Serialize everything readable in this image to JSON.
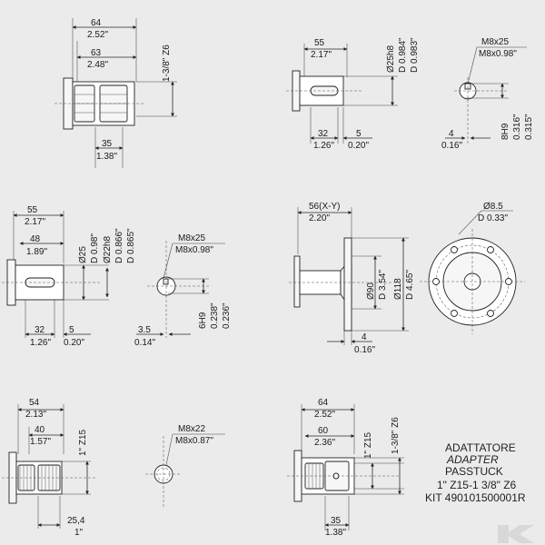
{
  "d1": {
    "len_mm": "64",
    "len_in": "2.52\"",
    "inner_mm": "63",
    "inner_in": "2.48\"",
    "spline": "1-3/8\" Z6",
    "base_mm": "35",
    "base_in": "1.38\""
  },
  "d2": {
    "len_mm": "55",
    "len_in": "2.17\"",
    "dia_mm": "Ø25h8",
    "dia_in1": "D 0.984\"",
    "dia_in2": "D 0.983\"",
    "a_mm": "32",
    "a_in": "1.26\"",
    "b_mm": "5",
    "b_in": "0.20\""
  },
  "d3": {
    "thread": "M8x25",
    "thread_in": "M8x0.98\"",
    "key_mm": "8H9",
    "key_in1": "0.316\"",
    "key_in2": "0.315\"",
    "off_mm": "4",
    "off_in": "0.16\""
  },
  "d4": {
    "len_mm": "55",
    "len_in": "2.17\"",
    "inner_mm": "48",
    "inner_in": "1.89\"",
    "dia_mm": "Ø25",
    "dia_in": "D 0.98\"",
    "dia2_mm": "Ø22h8",
    "dia2_in1": "D 0.866\"",
    "dia2_in2": "D 0.865\"",
    "a_mm": "32",
    "a_in": "1.26\"",
    "b_mm": "5",
    "b_in": "0.20\""
  },
  "d5": {
    "thread": "M8x25",
    "thread_in": "M8x0.98\"",
    "key_mm": "6H9",
    "key_in1": "0.238\"",
    "key_in2": "0.236\"",
    "off_mm": "3.5",
    "off_in": "0.14\""
  },
  "d6": {
    "len_mm": "56(X-Y)",
    "len_in": "2.20\"",
    "dia1_mm": "Ø90",
    "dia1_in": "D 3.54\"",
    "dia2_mm": "Ø118",
    "dia2_in": "D 4.65\"",
    "off_mm": "4",
    "off_in": "0.16\""
  },
  "d7": {
    "hole_mm": "Ø8.5",
    "hole_in": "D 0.33\""
  },
  "d8": {
    "len_mm": "54",
    "len_in": "2.13\"",
    "inner_mm": "40",
    "inner_in": "1.57\"",
    "spline": "1\" Z15",
    "base_mm": "25,4",
    "base_in": "1\""
  },
  "d9": {
    "thread": "M8x22",
    "thread_in": "M8x0.87\""
  },
  "d10": {
    "len_mm": "64",
    "len_in": "2.52\"",
    "inner_mm": "60",
    "inner_in": "2.36\"",
    "spline1": "1\" Z15",
    "spline2": "1-3/8\" Z6",
    "base_mm": "35",
    "base_in": "1.38\""
  },
  "title": {
    "line1": "ADATTATORE",
    "line2": "ADAPTER",
    "line3": "PASSTUCK",
    "line4": "1\" Z15-1 3/8\" Z6",
    "line5": "KIT 490101500001R"
  },
  "colors": {
    "background": "#ebebeb",
    "line": "#2a2a2a",
    "logo": "#d8d8d8"
  },
  "logo_icon": "kramp-k-logo-icon"
}
